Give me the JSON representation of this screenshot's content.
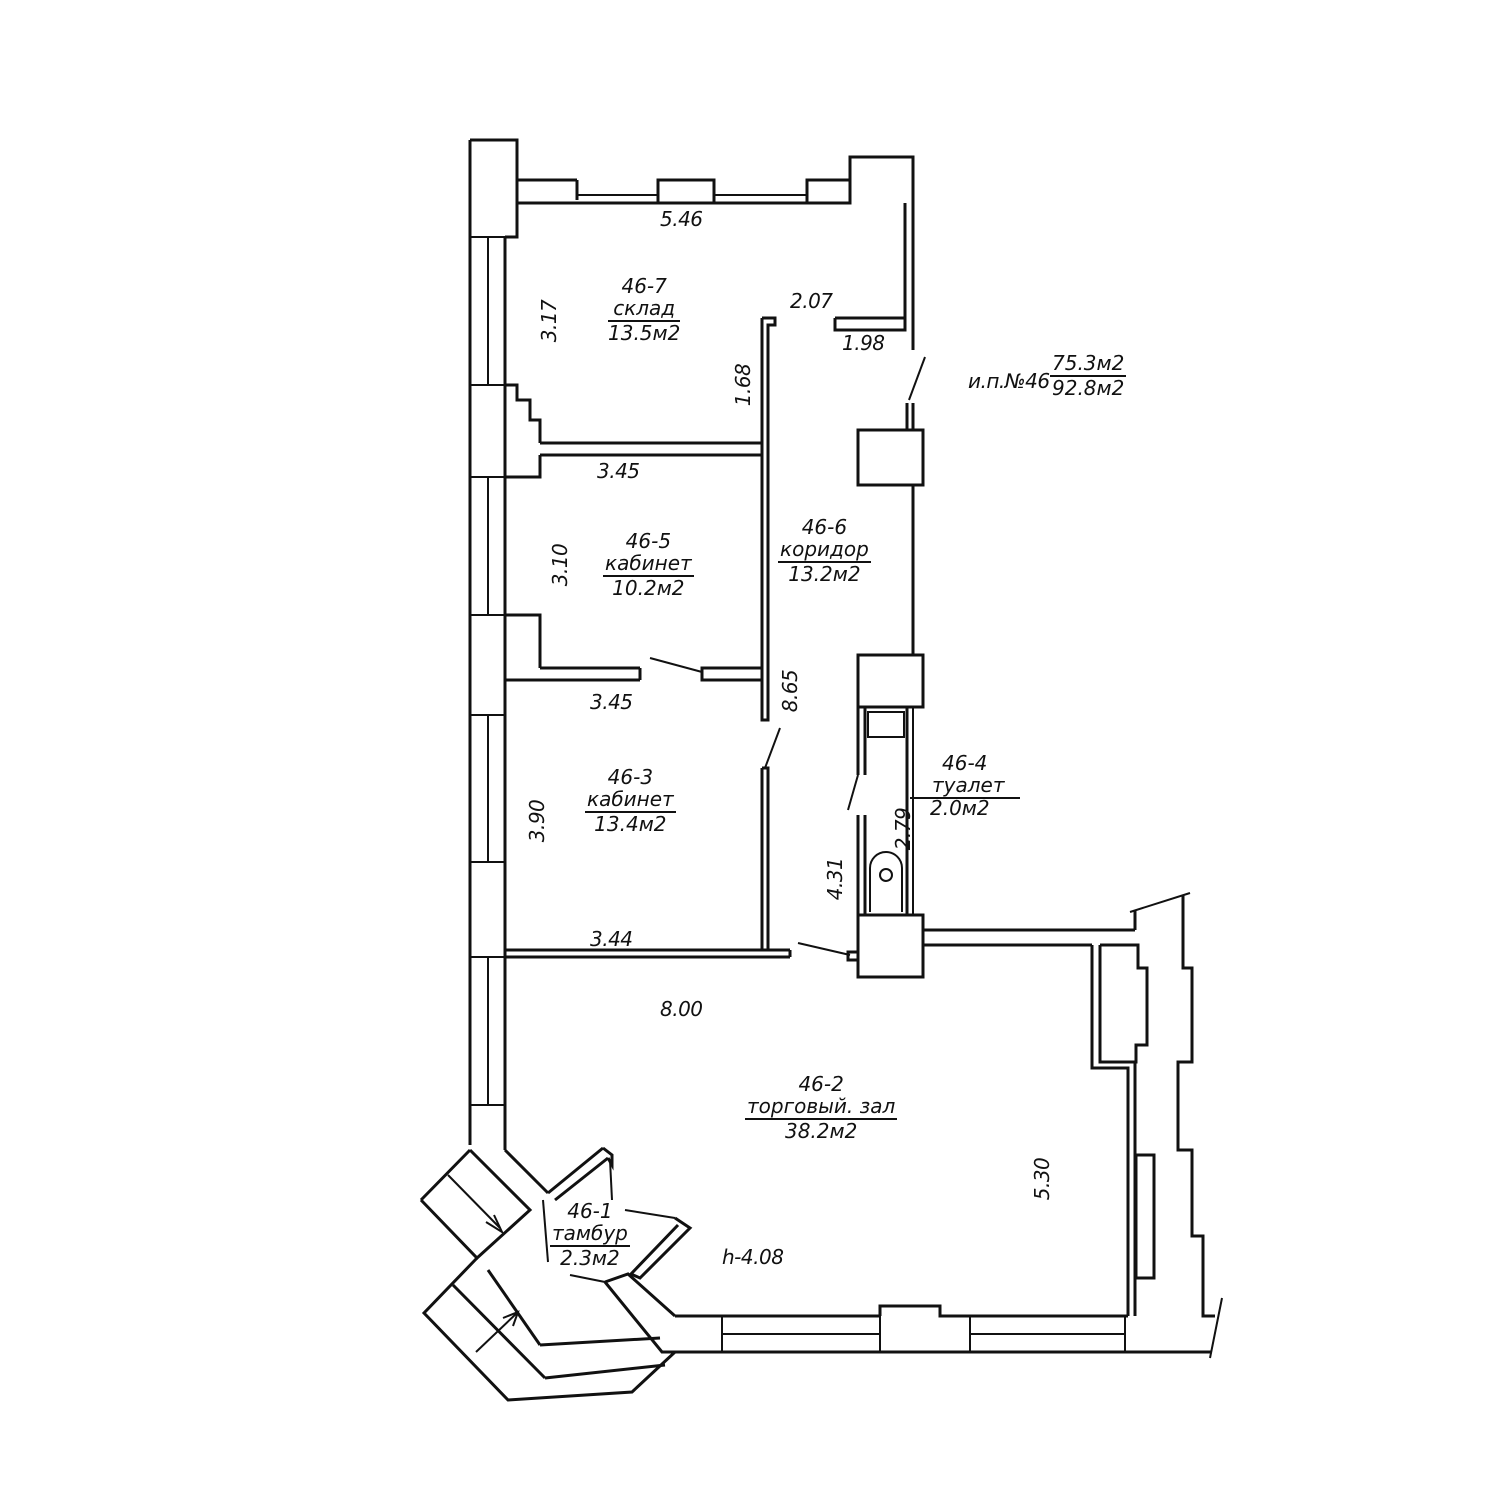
{
  "plan": {
    "unit_label": "и.п.№46",
    "unit_area_primary": "75.3м2",
    "unit_area_total": "92.8м2",
    "ceiling_height": "h-4.08"
  },
  "rooms": [
    {
      "id": "46-7",
      "name": "склад",
      "area": "13.5м2"
    },
    {
      "id": "46-6",
      "name": "коридор",
      "area": "13.2м2"
    },
    {
      "id": "46-5",
      "name": "кабинет",
      "area": "10.2м2"
    },
    {
      "id": "46-4",
      "name": "туалет",
      "area": "2.0м2"
    },
    {
      "id": "46-3",
      "name": "кабинет",
      "area": "13.4м2"
    },
    {
      "id": "46-2",
      "name": "торговый. зал",
      "area": "38.2м2"
    },
    {
      "id": "46-1",
      "name": "тамбур",
      "area": "2.3м2"
    }
  ],
  "dimensions": {
    "r7_width": "5.46",
    "r7_height": "3.17",
    "r7_inner_height": "1.68",
    "r7_corridor_top": "2.07",
    "r7_door_width": "1.98",
    "r5_top": "3.45",
    "r5_height": "3.10",
    "r5_bottom": "3.45",
    "corridor_length": "8.65",
    "r3_height": "3.90",
    "r3_bottom": "3.44",
    "corridor_lower": "4.31",
    "toilet_length": "2.79",
    "hall_width": "8.00",
    "hall_height": "5.30"
  },
  "colors": {
    "line": "#111111",
    "background": "#ffffff"
  }
}
